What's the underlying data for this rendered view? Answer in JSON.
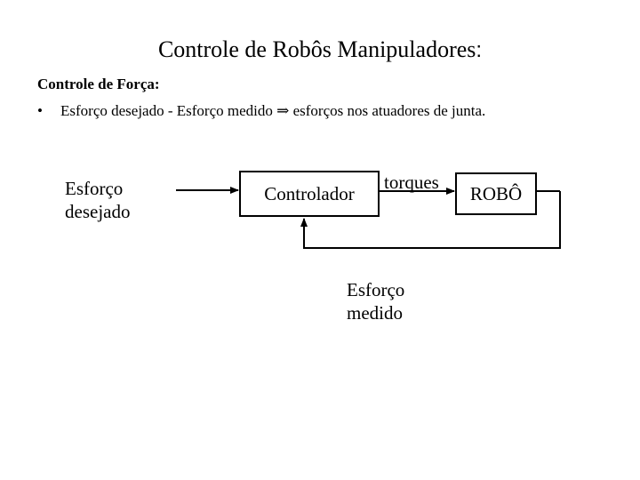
{
  "slide": {
    "title": "Controle de Robôs Manipuladores",
    "title_colon": ":",
    "subtitle": "Controle de Força:",
    "bullet": {
      "marker": "•",
      "text": "Esforço desejado - Esforço medido ⇒ esforços nos atuadores de junta."
    }
  },
  "diagram": {
    "desired_line1": "Esforço",
    "desired_line2": "desejado",
    "controller": "Controlador",
    "torques": "torques",
    "robot": "ROBÔ",
    "measured_line1": "Esforço",
    "measured_line2": "medido"
  }
}
